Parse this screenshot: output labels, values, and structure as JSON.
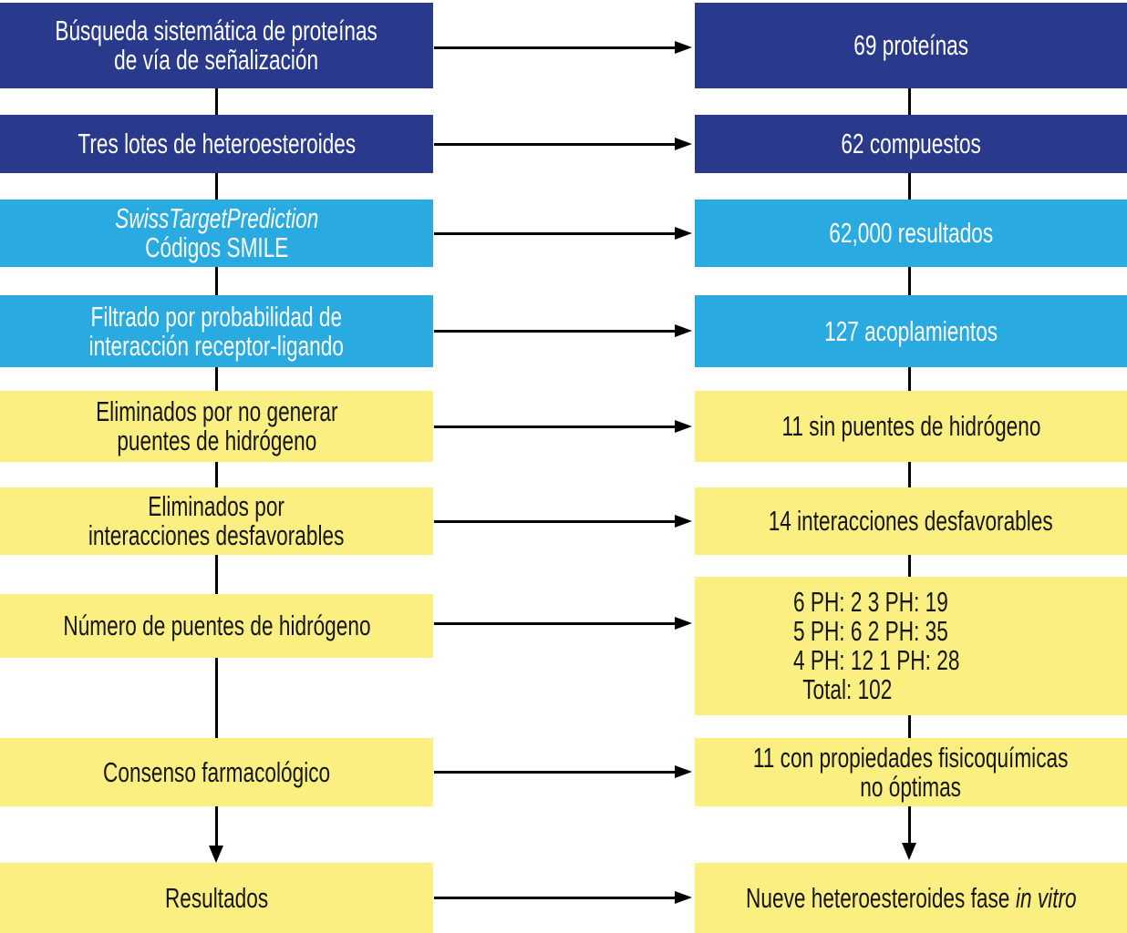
{
  "palette": {
    "dark_blue": "#293A8C",
    "light_blue": "#29ABE2",
    "yellow": "#FAEF80",
    "arrow_black": "#000000",
    "text_on_blue": "#FFFFFF",
    "text_on_yellow": "#161616"
  },
  "rows": [
    {
      "left": {
        "lines": [
          "Búsqueda sistemática de proteínas",
          "de vía de señalización"
        ]
      },
      "right": {
        "lines": [
          "69 proteínas"
        ]
      },
      "color": "dark_blue"
    },
    {
      "left": {
        "lines": [
          "Tres lotes de heteroesteroides"
        ]
      },
      "right": {
        "lines": [
          "62 compuestos"
        ]
      },
      "color": "dark_blue"
    },
    {
      "left": {
        "lines": [
          "SwissTargetPrediction",
          "Códigos SMILE"
        ]
      },
      "right": {
        "lines": [
          "62,000 resultados"
        ]
      },
      "color": "light_blue"
    },
    {
      "left": {
        "lines": [
          "Filtrado por probabilidad de",
          "interacción receptor-ligando"
        ]
      },
      "right": {
        "lines": [
          "127 acoplamientos"
        ]
      },
      "color": "light_blue"
    },
    {
      "left": {
        "lines": [
          "Eliminados por no generar",
          "puentes de hidrógeno"
        ]
      },
      "right": {
        "lines": [
          "11 sin puentes de hidrógeno"
        ]
      },
      "color": "yellow"
    },
    {
      "left": {
        "lines": [
          "Eliminados por",
          "interacciones desfavorables"
        ]
      },
      "right": {
        "lines": [
          "14 interacciones desfavorables"
        ]
      },
      "color": "yellow"
    },
    {
      "left": {
        "lines": [
          "Número de puentes de hidrógeno"
        ]
      },
      "right": {
        "lines": [
          "6 PH: 2 3 PH: 19",
          "5 PH: 6 2 PH: 35",
          "4 PH: 12 1 PH: 28",
          "Total: 102"
        ]
      },
      "color": "yellow"
    },
    {
      "left": {
        "lines": [
          "Consenso farmacológico"
        ]
      },
      "right": {
        "lines": [
          "11 con propiedades fisicoquímicas",
          "no óptimas"
        ]
      },
      "color": "yellow"
    },
    {
      "left": {
        "lines": [
          "Resultados"
        ]
      },
      "right": {
        "text_normal": "Nueve heteroesteroides fase",
        "text_italic": "in vitro"
      },
      "color": "yellow"
    }
  ]
}
